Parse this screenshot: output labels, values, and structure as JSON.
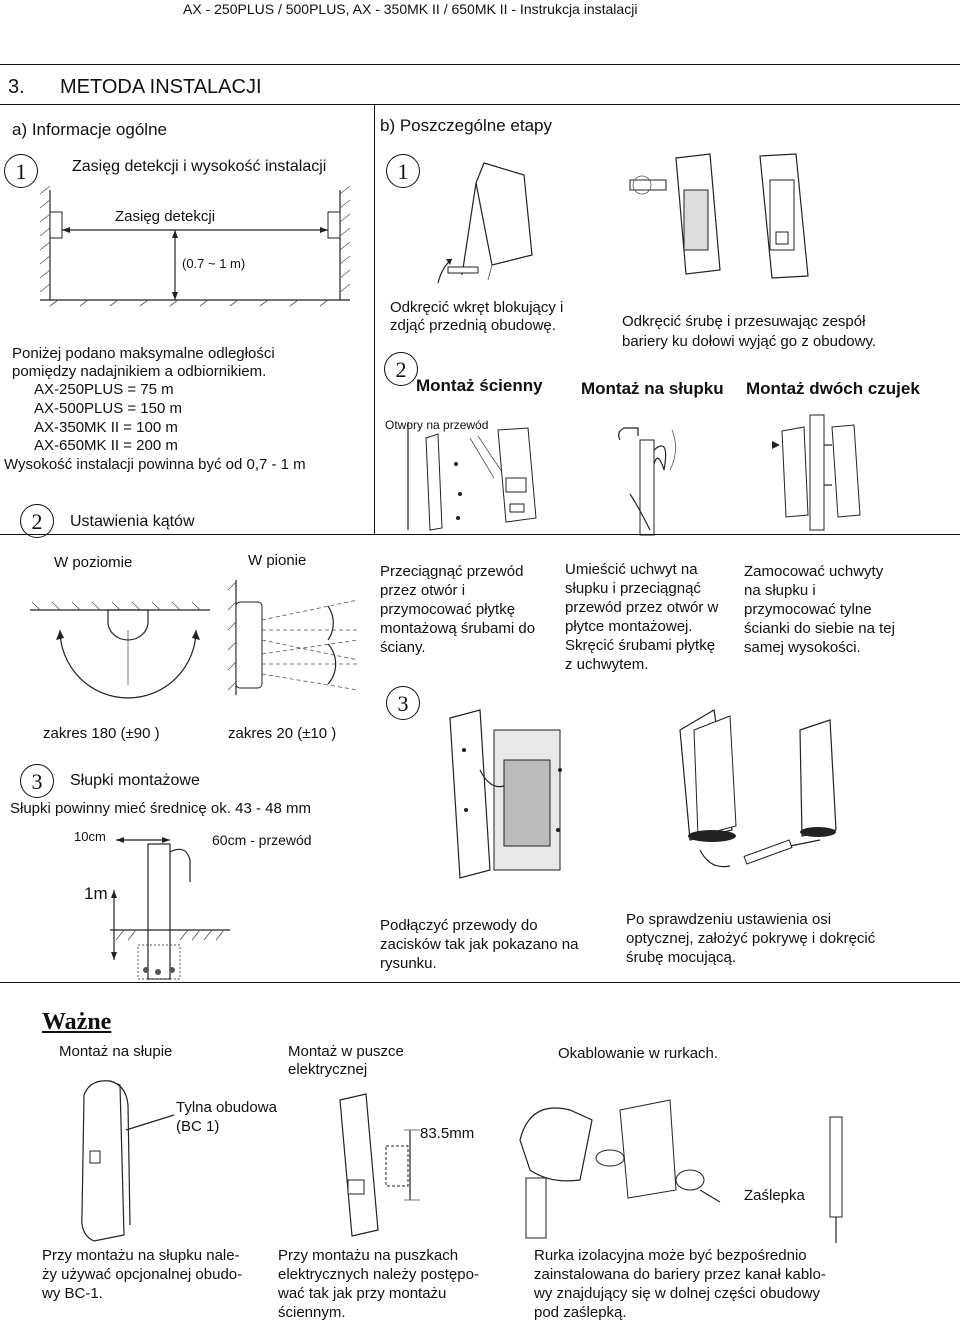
{
  "header": {
    "title": "AX - 250PLUS / 500PLUS, AX - 350MK II / 650MK II - Instrukcja instalacji"
  },
  "section": {
    "number": "3.",
    "title": "METODA INSTALACJI"
  },
  "general": {
    "heading": "a) Informacje ogólne",
    "step1": {
      "num": "1",
      "title": "Zasięg detekcji i wysokość instalacji"
    },
    "range_label": "Zasięg detekcji",
    "height_label": "(0.7 ~ 1 m)",
    "distances_intro": [
      "Poniżej podano maksymalne odległości",
      "pomiędzy nadajnikiem a odbiornikiem."
    ],
    "distances": [
      "AX-250PLUS  =  75 m",
      "AX-500PLUS  = 150 m",
      "AX-350MK II  = 100 m",
      "AX-650MK II  = 200 m"
    ],
    "height_note": "Wysokość instalacji powinna być od 0,7 - 1 m",
    "step2": {
      "num": "2",
      "title": "Ustawienia kątów"
    },
    "horizontal": "W poziomie",
    "vertical": "W pionie",
    "range_h": "zakres 180  (±90 )",
    "range_v": "zakres 20  (±10 )",
    "step3": {
      "num": "3",
      "title": "Słupki montażowe"
    },
    "pole_note": "Słupki powinny mieć średnicę ok. 43 - 48 mm",
    "dim_10cm": "10cm",
    "dim_60cm": "60cm - przewód",
    "dim_1m": "1m"
  },
  "steps": {
    "heading": "b) Poszczególne etapy",
    "s1_num": "1",
    "s1_text_a": [
      "Odkręcić wkręt blokujący i",
      "zdjąć przednią obudowę."
    ],
    "s1_text_b": [
      "Odkręcić śrubę i przesuwając zespół",
      "bariery ku dołowi wyjąć go z obudowy."
    ],
    "s2_num": "2",
    "wall": "Montaż ścienny",
    "pole": "Montaż na słupku",
    "two": "Montaż dwóch czujek",
    "holes": "Otwory na przewód",
    "wall_text": [
      "Przeciągnąć przewód",
      "przez otwór i",
      "przymocować płytkę",
      "montażową śrubami do",
      "ściany."
    ],
    "pole_text": [
      "Umieścić uchwyt na",
      "słupku i przeciągnąć",
      "przewód przez otwór w",
      "płytce montażowej.",
      "Skręcić śrubami płytkę",
      "z uchwytem."
    ],
    "two_text": [
      "Zamocować uchwyty",
      "na słupku i",
      "przymocować tylne",
      "ścianki do siebie na tej",
      "samej wysokości."
    ],
    "s3_num": "3",
    "wire_text": [
      "Podłączyć przewody do",
      "zacisków tak jak pokazano na",
      "rysunku."
    ],
    "cover_text": [
      "Po sprawdzeniu ustawienia osi",
      "optycznej, założyć pokrywę i dokręcić",
      "śrubę mocującą."
    ]
  },
  "important": {
    "title": "Ważne",
    "pole_mount": "Montaż na słupie",
    "box_mount": [
      "Montaż w puszce",
      "elektrycznej"
    ],
    "conduit": "Okablowanie w rurkach.",
    "back_cover": [
      "Tylna obudowa",
      "(BC 1)"
    ],
    "dim": "83.5mm",
    "cap": "Zaślepka",
    "note1": [
      "Przy montażu na słupku nale-",
      "ży używać opcjonalnej obudo-",
      "wy BC-1."
    ],
    "note2": [
      "Przy montażu na puszkach",
      "elektrycznych należy postępo-",
      "wać tak jak przy  montażu",
      "ściennym."
    ],
    "note3": [
      "Rurka izolacyjna może być bezpośrednio",
      "zainstalowana do bariery przez kanał kablo-",
      "wy znajdujący się w dolnej części obudowy",
      "pod zaślepką."
    ]
  }
}
